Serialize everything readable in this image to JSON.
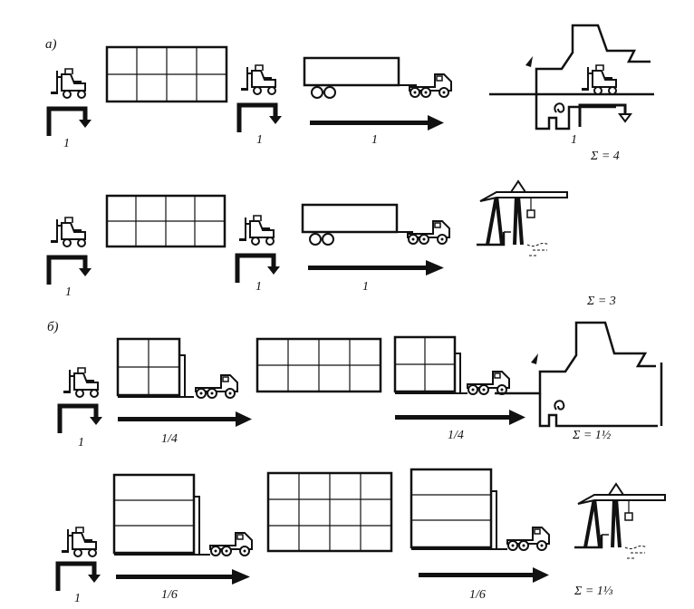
{
  "section_a": {
    "label": "а)",
    "row1": {
      "labels": [
        "1",
        "1",
        "1",
        "1"
      ],
      "sum": "Σ = 4"
    },
    "row2": {
      "labels": [
        "1",
        "1",
        "1"
      ],
      "sum": "Σ = 3"
    }
  },
  "section_b": {
    "label": "б)",
    "row3": {
      "labels": [
        "1",
        "1/4",
        "1/4"
      ],
      "sum": "Σ = 1½"
    },
    "row4": {
      "labels": [
        "1",
        "1/6",
        "1/6"
      ],
      "sum": "Σ = 1⅓"
    }
  },
  "colors": {
    "ink": "#111111",
    "background": "#ffffff"
  }
}
